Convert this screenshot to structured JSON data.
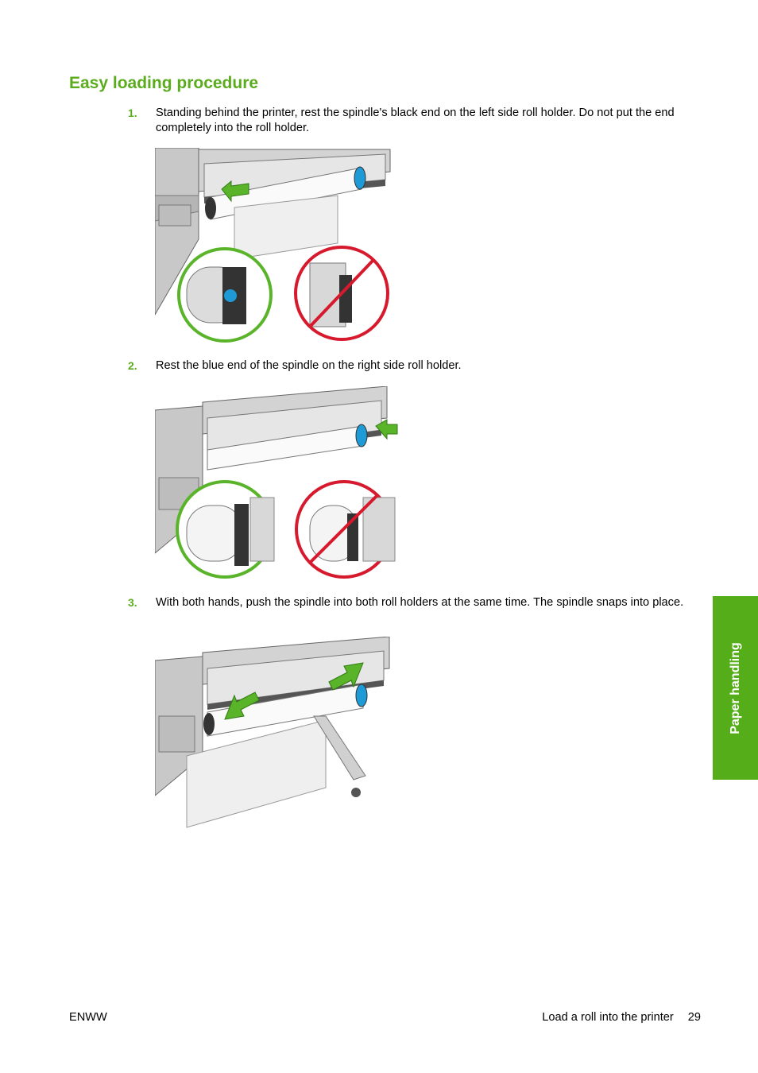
{
  "section_title": "Easy loading procedure",
  "steps": [
    {
      "number": "1.",
      "text": "Standing behind the printer, rest the spindle's black end on the left side roll holder. Do not put the end completely into the roll holder."
    },
    {
      "number": "2.",
      "text": "Rest the blue end of the spindle on the right side roll holder."
    },
    {
      "number": "3.",
      "text": "With both hands, push the spindle into both roll holders at the same time. The spindle snaps into place."
    }
  ],
  "side_tab": "Paper handling",
  "footer": {
    "left": "ENWW",
    "section": "Load a roll into the printer",
    "page": "29"
  },
  "colors": {
    "accent": "#5aac1e",
    "tab": "#56ad1a",
    "correct": "#5ab42a",
    "wrong": "#d7192d",
    "spindle_blue": "#1e9bd7"
  }
}
